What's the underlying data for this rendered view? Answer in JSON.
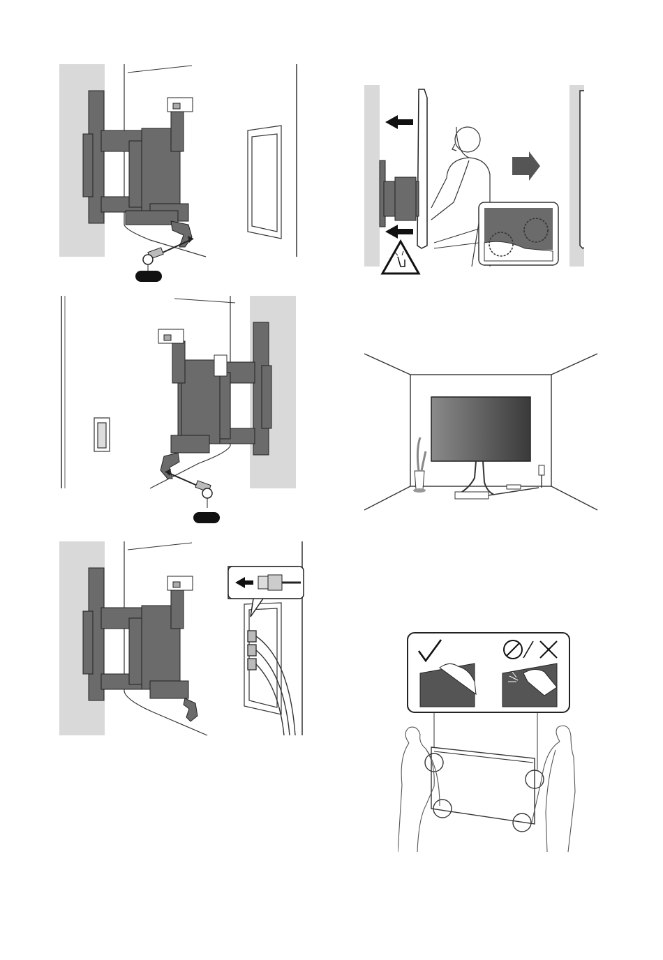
{
  "page": {
    "background": "#ffffff",
    "wall_shade": "#d9d9d9",
    "bracket_color": "#6b6b6b",
    "line_color": "#333333"
  },
  "panels": [
    {
      "id": "bracket-screw-left",
      "icon": "wall-bracket-screw-icon",
      "tag": "screw-label-tag"
    },
    {
      "id": "bracket-screw-right",
      "icon": "wall-bracket-screw-icon",
      "tag": "screw-label-tag"
    },
    {
      "id": "cable-connection",
      "icon": "hdmi-cable-icon"
    },
    {
      "id": "pull-tv-away",
      "icon": "caution-pinch-hand-icon"
    },
    {
      "id": "room-placement",
      "icon": "tv-in-room-icon"
    },
    {
      "id": "carry-tv",
      "icon": "two-person-carry-icon",
      "good_mark": "check-mark-icon",
      "bad_mark": "prohibited-cross-icon"
    }
  ]
}
